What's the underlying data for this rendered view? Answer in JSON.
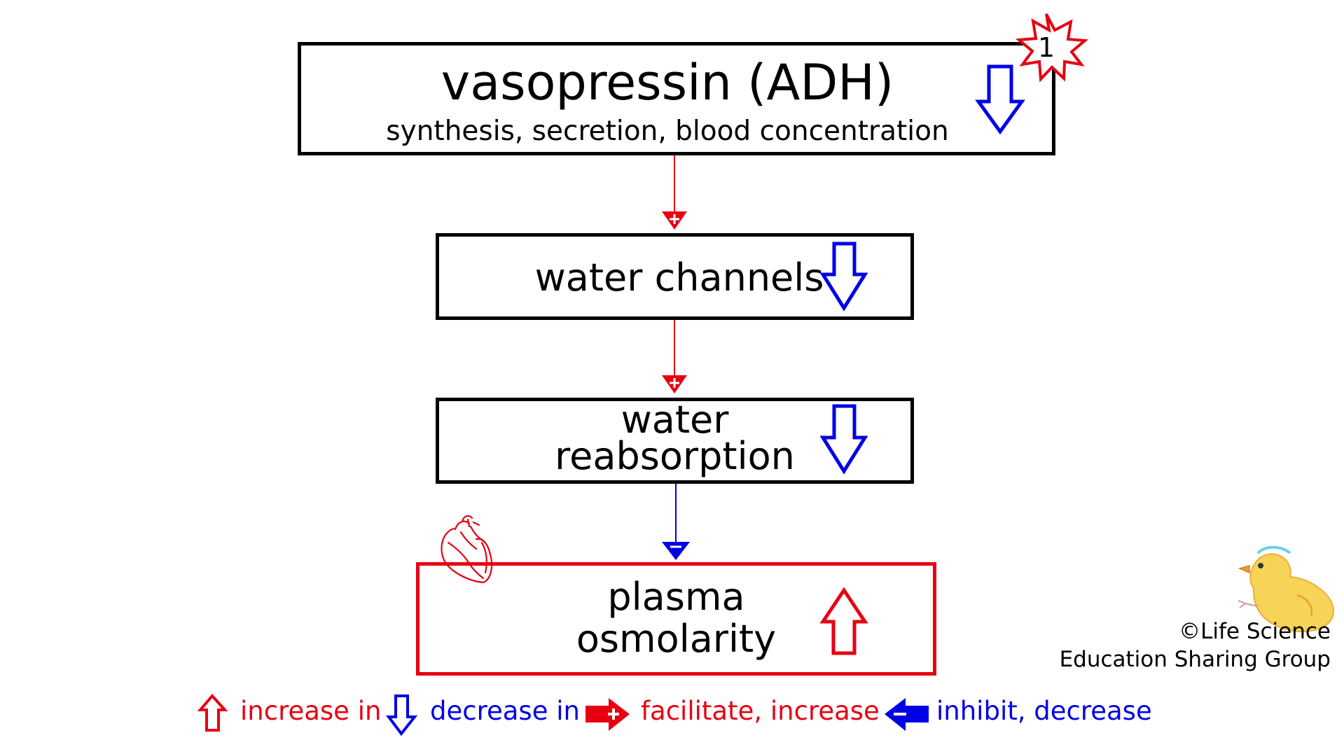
{
  "colors": {
    "increase": "#e60012",
    "decrease": "#0000e6",
    "border": "#000000"
  },
  "nodes": [
    {
      "id": "vasopressin",
      "title": "vasopressin (ADH)",
      "subtitle": "synthesis, secretion, blood concentration",
      "direction": "decrease"
    },
    {
      "id": "water-channels",
      "title": "water channels",
      "direction": "decrease"
    },
    {
      "id": "water-reabsorption",
      "title_line1": "water",
      "title_line2": "reabsorption",
      "direction": "decrease"
    },
    {
      "id": "plasma-osmolarity",
      "title_line1": "plasma",
      "title_line2": "osmolarity",
      "direction": "increase"
    }
  ],
  "edges": [
    {
      "from": "vasopressin",
      "to": "water-channels",
      "effect": "facilitate"
    },
    {
      "from": "water-channels",
      "to": "water-reabsorption",
      "effect": "facilitate"
    },
    {
      "from": "water-reabsorption",
      "to": "plasma-osmolarity",
      "effect": "inhibit"
    }
  ],
  "badge": {
    "number": "1"
  },
  "icons": {
    "heart": "heart-icon",
    "chick": "chick-mascot-icon",
    "star": "star-badge-icon"
  },
  "legend": {
    "increase": "increase in",
    "decrease": "decrease in",
    "facilitate": "facilitate, increase",
    "inhibit": "inhibit, decrease"
  },
  "credit": {
    "line1": "©Life Science",
    "line2": "Education Sharing Group"
  }
}
